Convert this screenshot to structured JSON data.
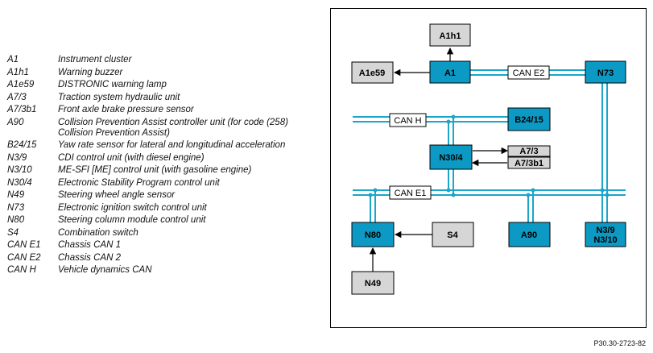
{
  "legend": [
    {
      "code": "A1",
      "desc": "Instrument cluster"
    },
    {
      "code": "A1h1",
      "desc": "Warning buzzer"
    },
    {
      "code": "A1e59",
      "desc": "DISTRONIC warning lamp"
    },
    {
      "code": "A7/3",
      "desc": "Traction system hydraulic unit"
    },
    {
      "code": "A7/3b1",
      "desc": "Front axle brake pressure sensor"
    },
    {
      "code": "A90",
      "desc": "Collision Prevention Assist controller unit (for code (258) Collision Prevention Assist)"
    },
    {
      "code": "B24/15",
      "desc": "Yaw rate sensor for lateral and longitudinal acceleration"
    },
    {
      "code": "N3/9",
      "desc": "CDI control unit (with diesel engine)"
    },
    {
      "code": "N3/10",
      "desc": "ME-SFI [ME] control unit (with gasoline engine)"
    },
    {
      "code": "N30/4",
      "desc": "Electronic Stability Program control unit"
    },
    {
      "code": "N49",
      "desc": "Steering wheel angle sensor"
    },
    {
      "code": "N73",
      "desc": "Electronic ignition switch control unit"
    },
    {
      "code": "N80",
      "desc": "Steering column module control unit"
    },
    {
      "code": "S4",
      "desc": "Combination switch"
    },
    {
      "code": "CAN E1",
      "desc": "Chassis CAN 1"
    },
    {
      "code": "CAN E2",
      "desc": "Chassis CAN 2"
    },
    {
      "code": "CAN H",
      "desc": "Vehicle dynamics CAN"
    }
  ],
  "diagram": {
    "nodes": {
      "a1h1": "A1h1",
      "a1e59": "A1e59",
      "a1": "A1",
      "n73": "N73",
      "b2415": "B24/15",
      "n304": "N30/4",
      "a73": "A7/3",
      "a73b1": "A7/3b1",
      "n80": "N80",
      "s4": "S4",
      "a90": "A90",
      "n39": "N3/9",
      "n310": "N3/10",
      "n49": "N49"
    },
    "buses": {
      "can_e2": "CAN E2",
      "can_h": "CAN H",
      "can_e1": "CAN E1"
    }
  },
  "figure_ref": "P30.30-2723-82",
  "colors": {
    "bus": "#1aa5c9",
    "node_blue": "#0c9ac4",
    "node_gray": "#d6d6d6"
  }
}
